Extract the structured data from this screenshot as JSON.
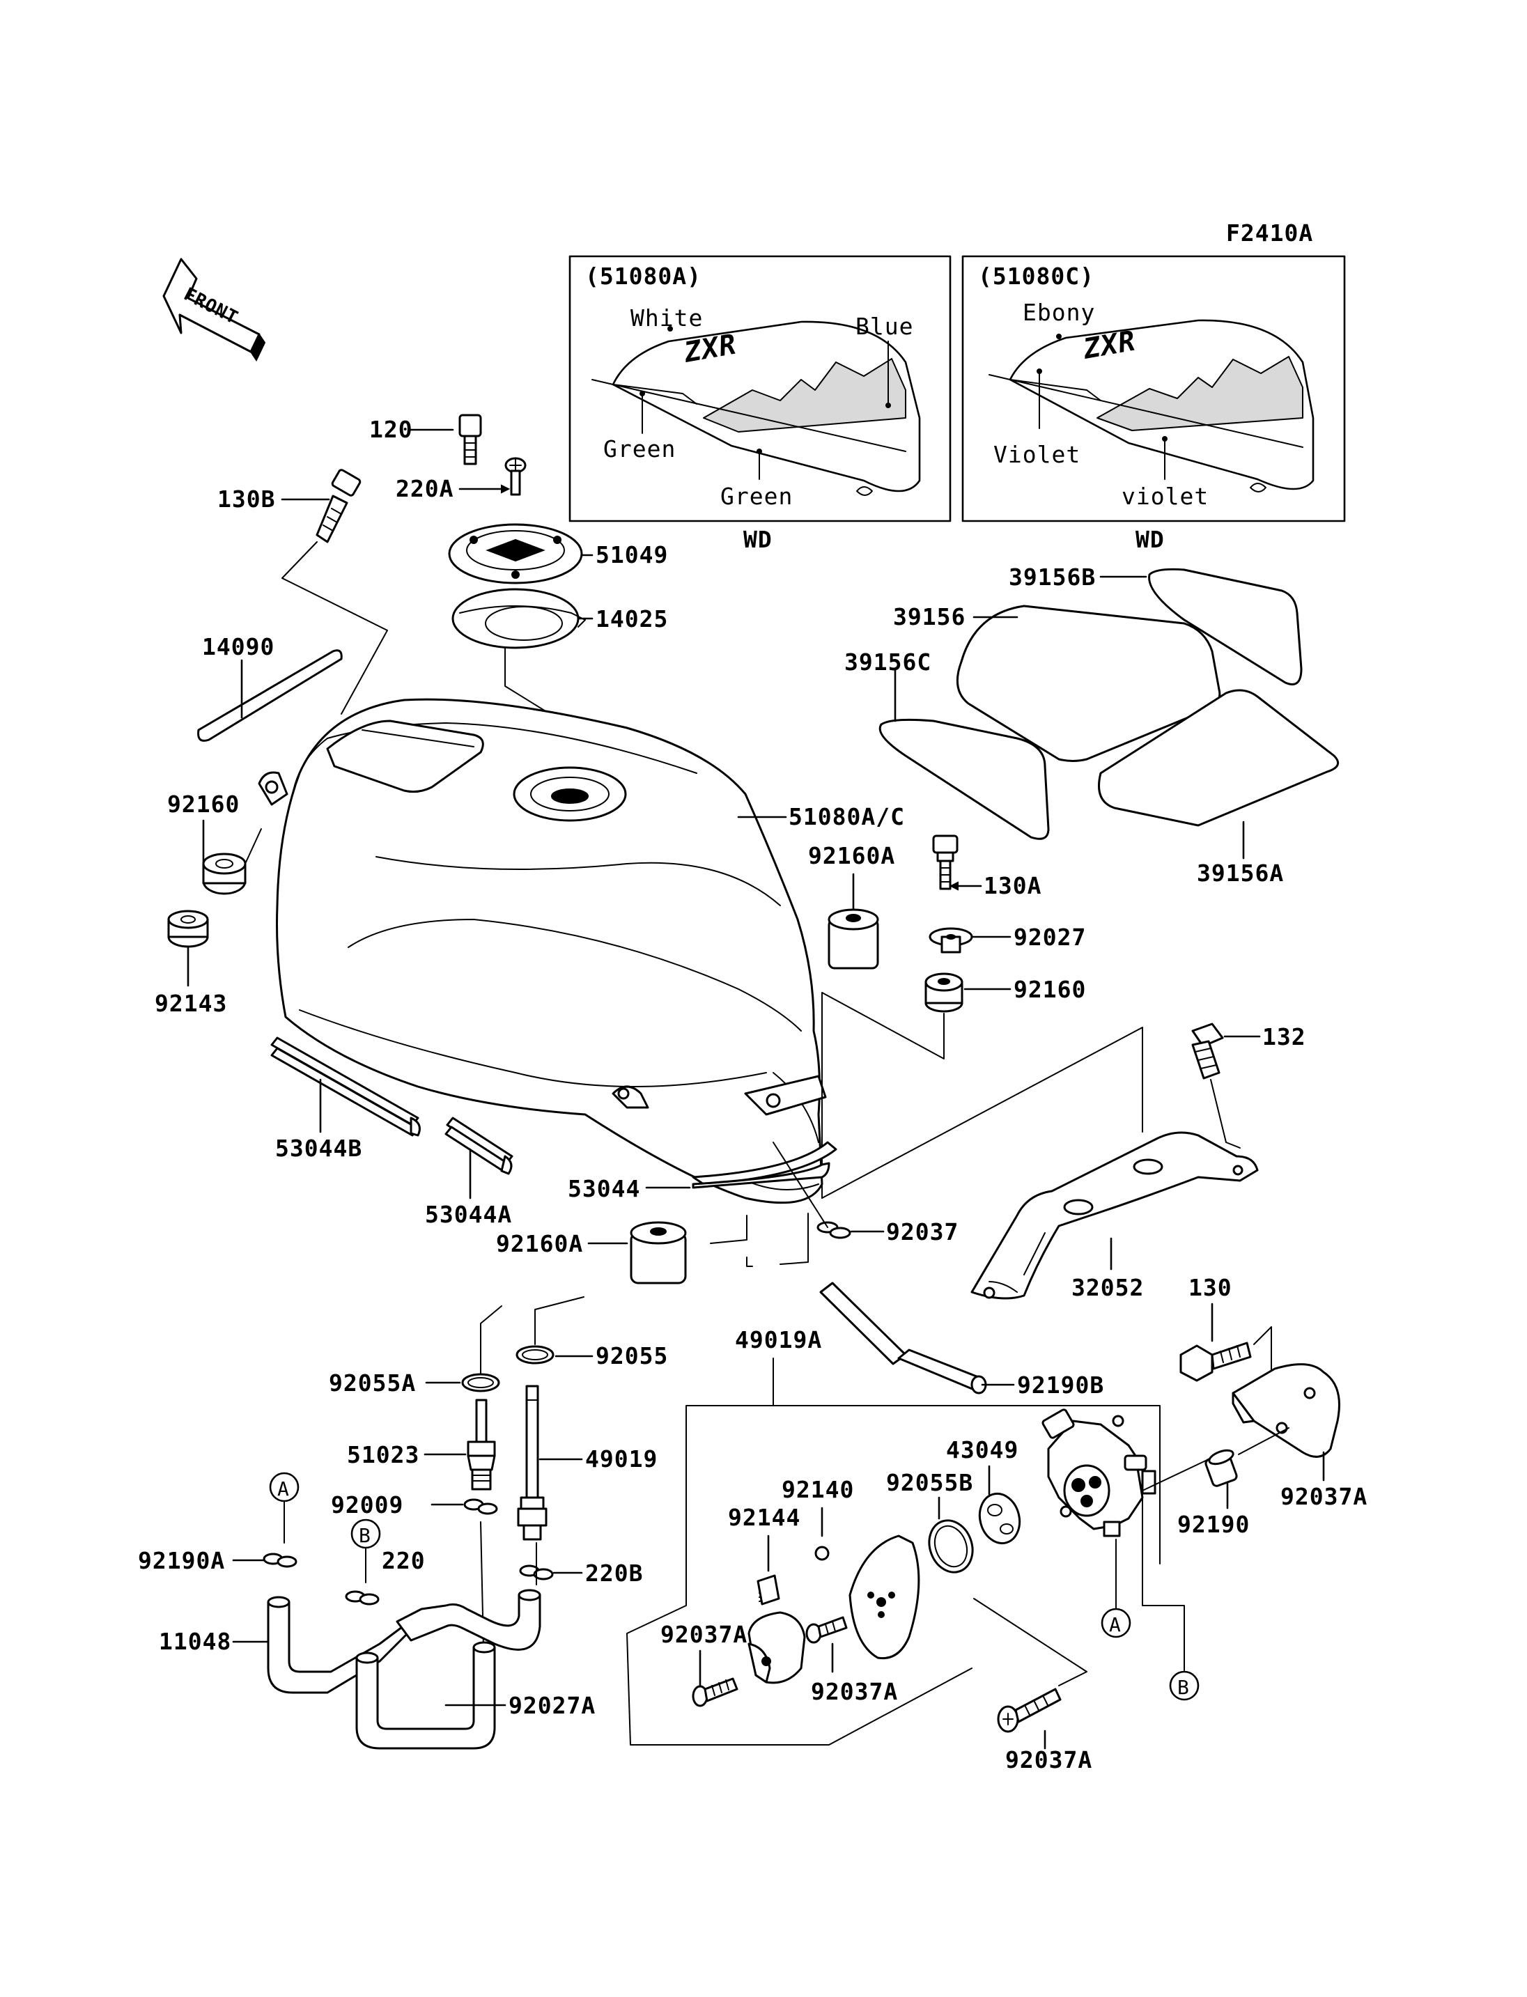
{
  "figure_code": "F2410A",
  "front_arrow_label": "FRONT",
  "logo_text": "ZXR",
  "colors": {
    "line": "#000000",
    "background": "#ffffff"
  },
  "insets": [
    {
      "code": "(51080A)",
      "colors": [
        "White",
        "Blue",
        "Green",
        "Green"
      ],
      "note": "WD"
    },
    {
      "code": "(51080C)",
      "colors": [
        "Ebony",
        "Violet",
        "violet"
      ],
      "note": "WD"
    }
  ],
  "callouts": [
    "A",
    "B",
    "A",
    "B"
  ],
  "parts": [
    "120",
    "220A",
    "130B",
    "51049",
    "14025",
    "14090",
    "51080A/C",
    "92160",
    "92143",
    "92160A",
    "130A",
    "92027",
    "92160",
    "132",
    "39156B",
    "39156",
    "39156C",
    "39156A",
    "53044B",
    "53044A",
    "53044",
    "92160A",
    "92037",
    "32052",
    "130",
    "92190B",
    "92055A",
    "92055",
    "51023",
    "49019",
    "49019A",
    "43049",
    "92140",
    "92055B",
    "92144",
    "92037A",
    "92037A",
    "92037A",
    "92037A",
    "92190",
    "92190A",
    "92009",
    "220",
    "220B",
    "11048",
    "92027A"
  ]
}
